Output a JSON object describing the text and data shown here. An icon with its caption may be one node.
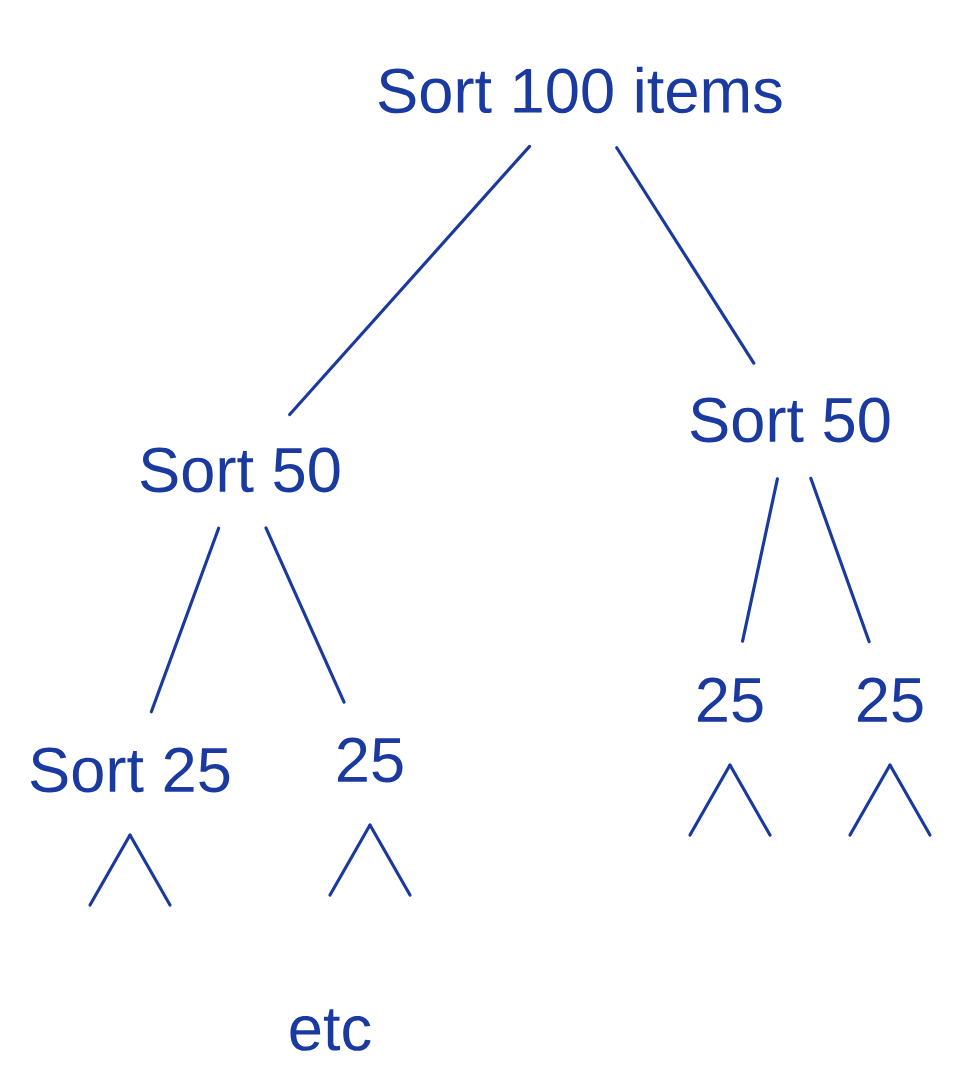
{
  "diagram": {
    "nodes": [
      {
        "text": [
          "Sort 100 items"
        ]
      },
      {
        "text": [
          "Sort 50"
        ]
      },
      {
        "text": [
          "Sort 50"
        ]
      },
      {
        "text": [
          "Sort 25"
        ]
      },
      {
        "text": [
          "25"
        ]
      },
      {
        "text": [
          "25"
        ]
      },
      {
        "text": [
          "25"
        ]
      }
    ],
    "edges": [
      {
        "from": 0,
        "to": 1,
        "arrow": "none"
      },
      {
        "from": 0,
        "to": 2,
        "arrow": "none"
      },
      {
        "from": 1,
        "to": 3,
        "arrow": "none"
      },
      {
        "from": 1,
        "to": 4,
        "arrow": "none"
      },
      {
        "from": 2,
        "to": 5,
        "arrow": "none"
      },
      {
        "from": 2,
        "to": 6,
        "arrow": "none"
      },
      {
        "from": 3,
        "to": null,
        "arrow": "none"
      },
      {
        "from": 3,
        "to": null,
        "arrow": "none"
      },
      {
        "from": 4,
        "to": null,
        "arrow": "none"
      },
      {
        "from": 4,
        "to": null,
        "arrow": "none"
      },
      {
        "from": 5,
        "to": null,
        "arrow": "none"
      },
      {
        "from": 5,
        "to": null,
        "arrow": "none"
      },
      {
        "from": 6,
        "to": null,
        "arrow": "none"
      },
      {
        "from": 6,
        "to": null,
        "arrow": "none"
      }
    ],
    "labels": [
      "etc"
    ]
  }
}
